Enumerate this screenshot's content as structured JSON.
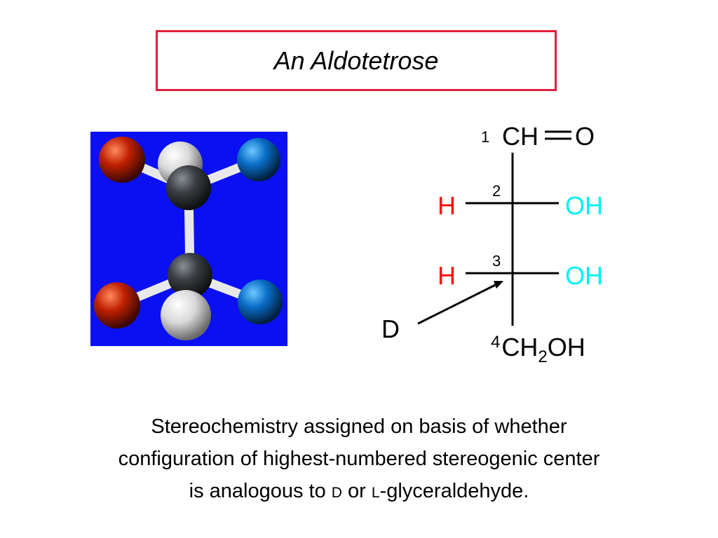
{
  "title": "An Aldotetrose",
  "structure": {
    "c1": {
      "number": "1",
      "group": "CH",
      "partner": "O"
    },
    "c2": {
      "number": "2",
      "left": "H",
      "right": "OH"
    },
    "c3": {
      "number": "3",
      "left": "H",
      "right": "OH"
    },
    "c4": {
      "number": "4",
      "group_a": "CH",
      "subscript": "2",
      "group_b": "OH"
    },
    "pointer_label": "D"
  },
  "caption": {
    "line1": "Stereochemistry assigned on basis of whether",
    "line2": "configuration of highest-numbered stereogenic center",
    "line3_a": "is analogous to ",
    "line3_d": "D",
    "line3_or": " or ",
    "line3_l": "L",
    "line3_b": "-glyceraldehyde."
  },
  "colors": {
    "title_border": "#e0203c",
    "model_background": "#0b10f2",
    "hydrogen_label": "#ff0000",
    "hydroxyl_label": "#00f0f0",
    "atom_red": "#c02000",
    "atom_blue": "#0a6ec8",
    "atom_white": "#e6e6e6",
    "atom_carbon": "#3a3e42"
  }
}
